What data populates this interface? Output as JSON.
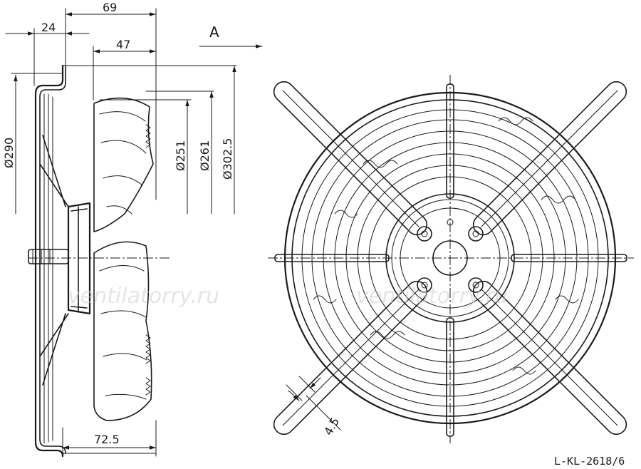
{
  "drawing": {
    "view_label": "A",
    "side_view": {
      "dim_overall_depth": "69",
      "dim_flange_depth": "24",
      "dim_blade_depth": "47",
      "dim_bottom_depth": "72.5",
      "dia_ring": "Ø290",
      "dia_inner": "Ø251",
      "dia_blade": "Ø261",
      "dia_outer": "Ø302.5"
    },
    "front_view": {
      "dim_hole": "4.5"
    },
    "watermark": "ventilatorry.ru",
    "drawing_code": "L-KL-2618/6"
  }
}
